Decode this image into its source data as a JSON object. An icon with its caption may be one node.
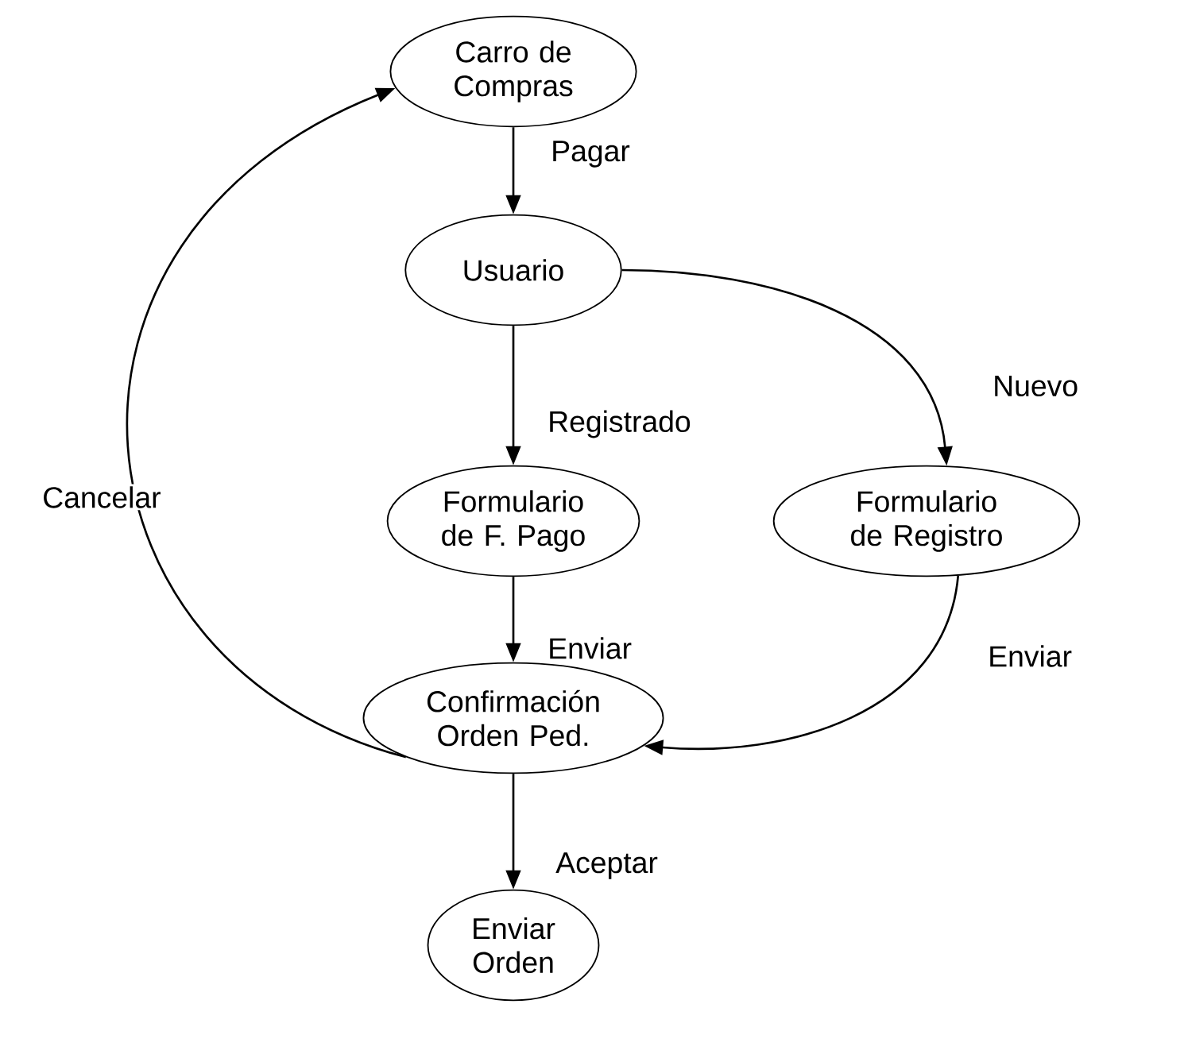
{
  "diagram": {
    "nodes": [
      {
        "text": [
          "Carro de Compras"
        ]
      },
      {
        "text": [
          "Usuario"
        ]
      },
      {
        "text": [
          "Formulario de F. Pago"
        ]
      },
      {
        "text": [
          "Formulario de Registro"
        ]
      },
      {
        "text": [
          "Confirmación Orden Ped."
        ]
      },
      {
        "text": [
          "Enviar Orden"
        ]
      }
    ],
    "edges": [
      {
        "from": 0,
        "to": 1,
        "arrow": "to",
        "label": "Pagar"
      },
      {
        "from": 1,
        "to": 2,
        "arrow": "to",
        "label": "Registrado"
      },
      {
        "from": 1,
        "to": 3,
        "arrow": "to",
        "label": "Nuevo"
      },
      {
        "from": 2,
        "to": 4,
        "arrow": "to",
        "label": "Enviar"
      },
      {
        "from": 3,
        "to": 4,
        "arrow": "to",
        "label": "Enviar"
      },
      {
        "from": 4,
        "to": 5,
        "arrow": "to",
        "label": "Aceptar"
      },
      {
        "from": 4,
        "to": 0,
        "arrow": "to",
        "label": "Cancelar"
      }
    ]
  }
}
